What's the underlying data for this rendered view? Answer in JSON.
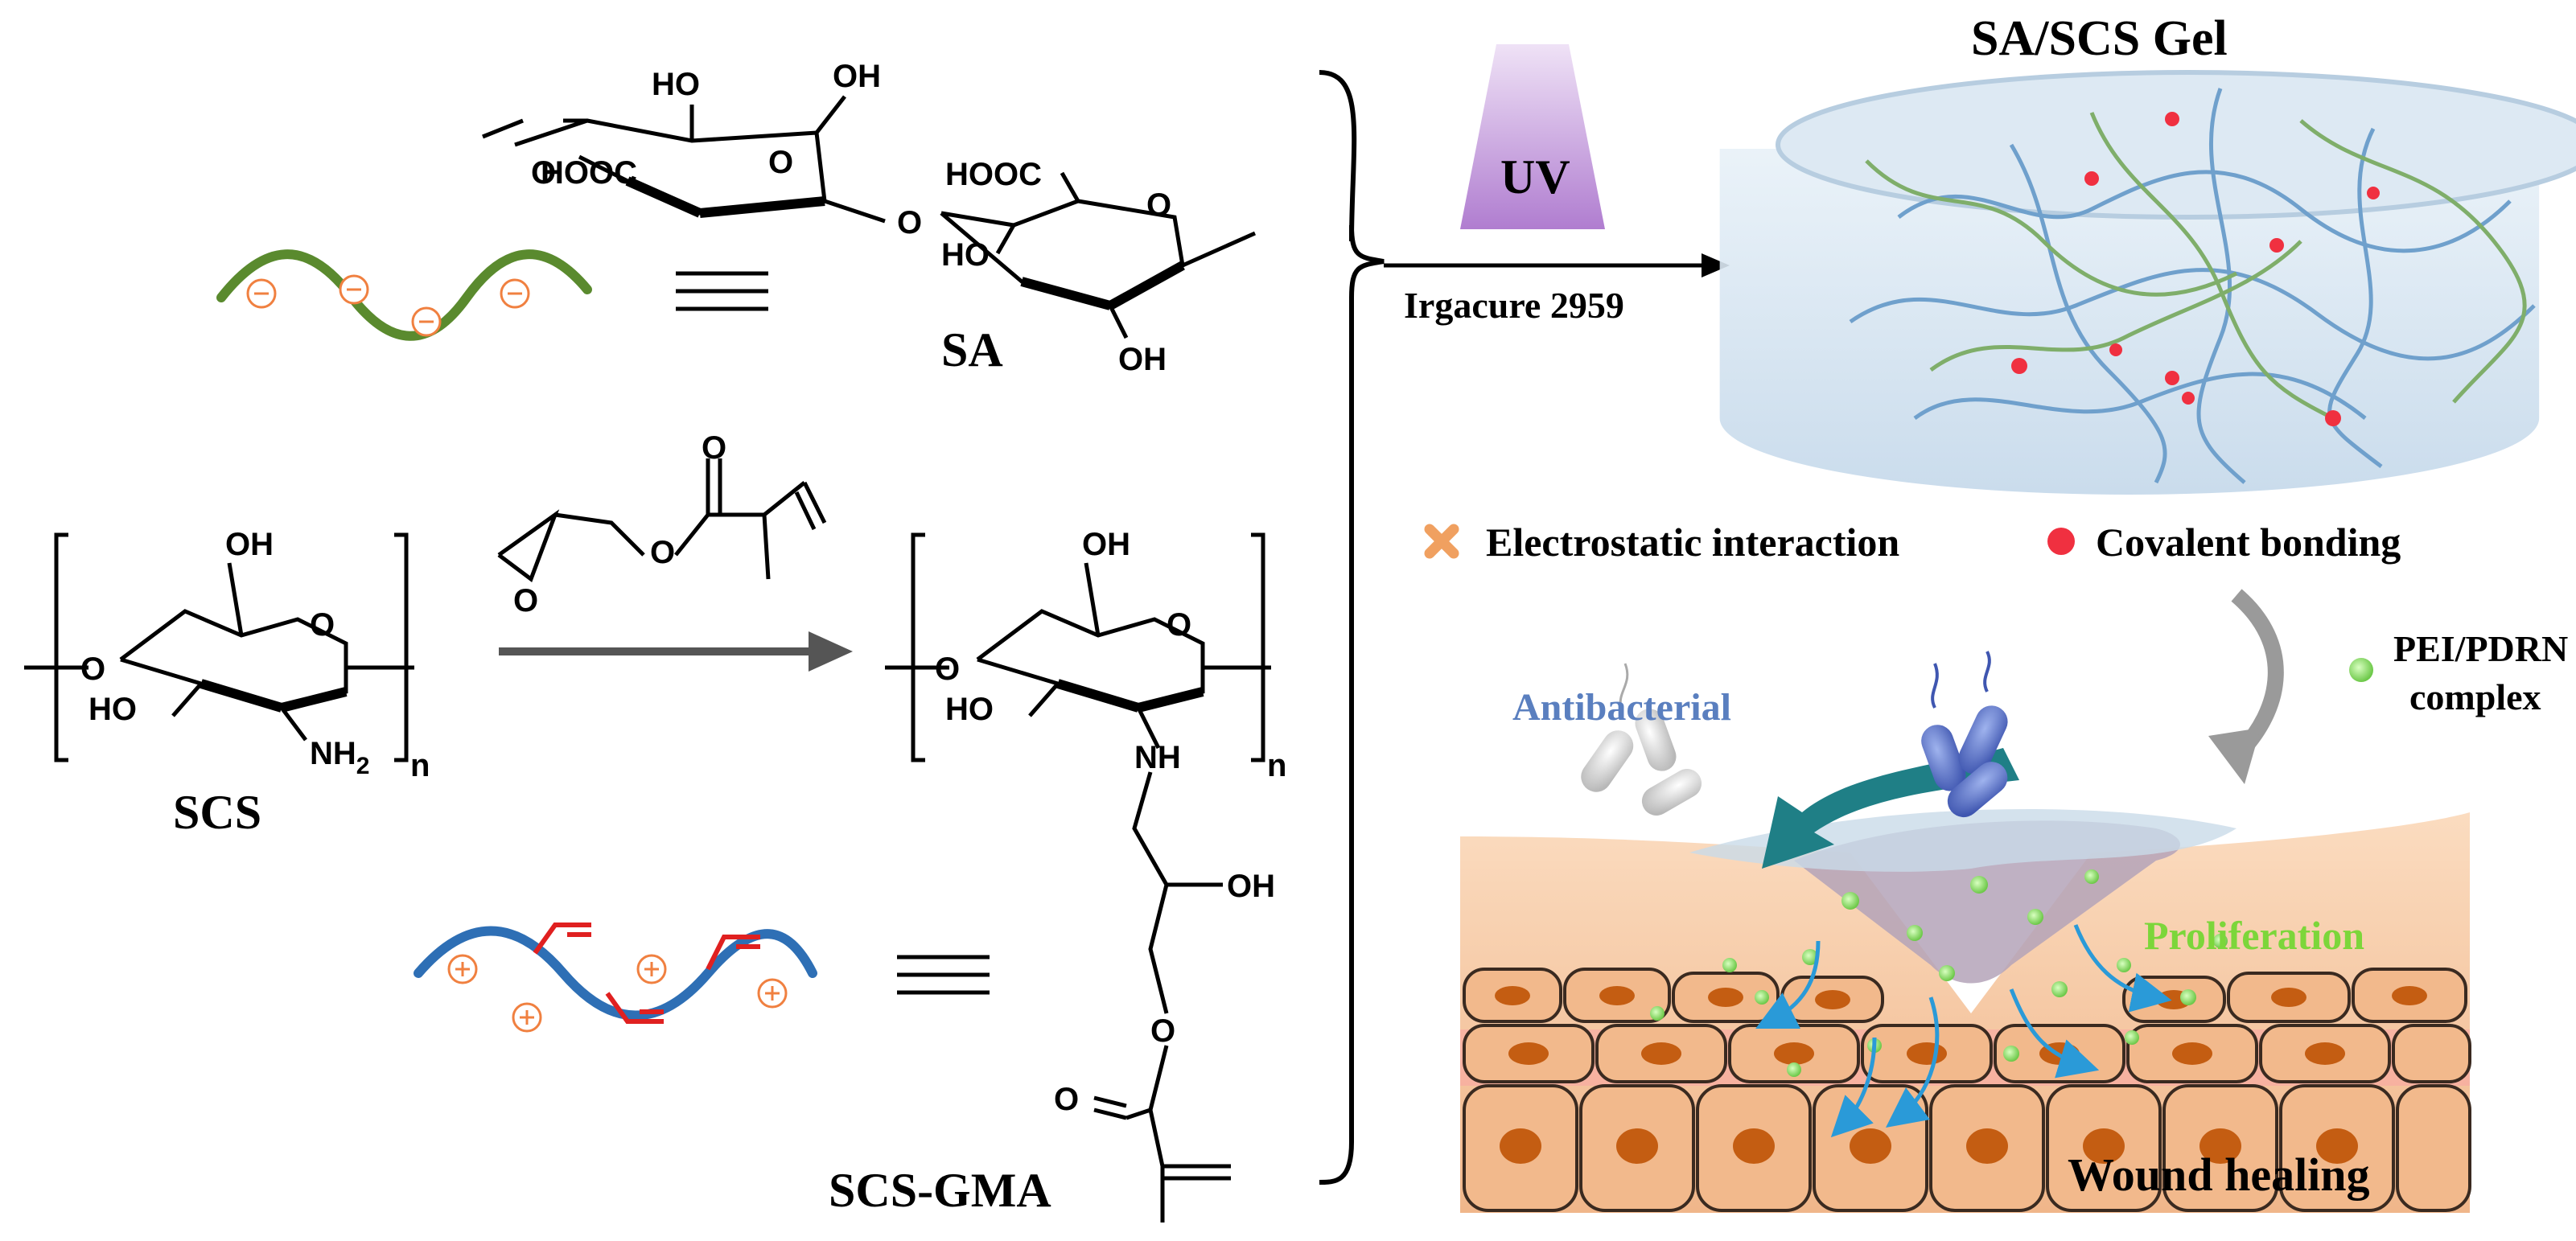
{
  "sa": {
    "name": "SA",
    "atoms": {
      "ho": "HO",
      "oh": "OH",
      "hooc": "HOOC",
      "o": "O"
    }
  },
  "scs": {
    "name": "SCS",
    "atoms": {
      "oh": "OH",
      "ho": "HO",
      "o": "O",
      "nh": "NH",
      "sub2": "2",
      "n": "n"
    }
  },
  "scs_gma": {
    "name": "SCS-GMA",
    "atoms": {
      "oh": "OH",
      "ho": "HO",
      "o": "O",
      "nh": "NH",
      "n": "n"
    }
  },
  "reaction": {
    "uv": "UV",
    "initiator": "Irgacure 2959"
  },
  "gel": {
    "title": "SA/SCS Gel"
  },
  "legend": {
    "electrostatic": "Electrostatic interaction",
    "covalent": "Covalent bonding",
    "complex_line1": "PEI/PDRN",
    "complex_line2": "complex"
  },
  "wound": {
    "antibacterial": "Antibacterial",
    "proliferation": "Proliferation",
    "healing": "Wound healing"
  },
  "colors": {
    "sa_chain": "#5a8a2e",
    "scs_chain": "#2e6fb5",
    "charge": "#f08040",
    "vinyl": "#e02020",
    "cross": "#f0a060",
    "covalent_dot": "#f03040",
    "uv_top": "#e6cff0",
    "uv_bottom": "#a86fc8",
    "antibacterial_text": "#5a7fbf",
    "proliferation_text": "#7cd63a",
    "teal_arrow": "#1f7f86",
    "bacteria": "#5a73c8",
    "skin_top": "#f6c9a4",
    "cell_fill": "#f2b98c",
    "nucleus": "#c45d12",
    "pdrn": "#8fe070"
  }
}
